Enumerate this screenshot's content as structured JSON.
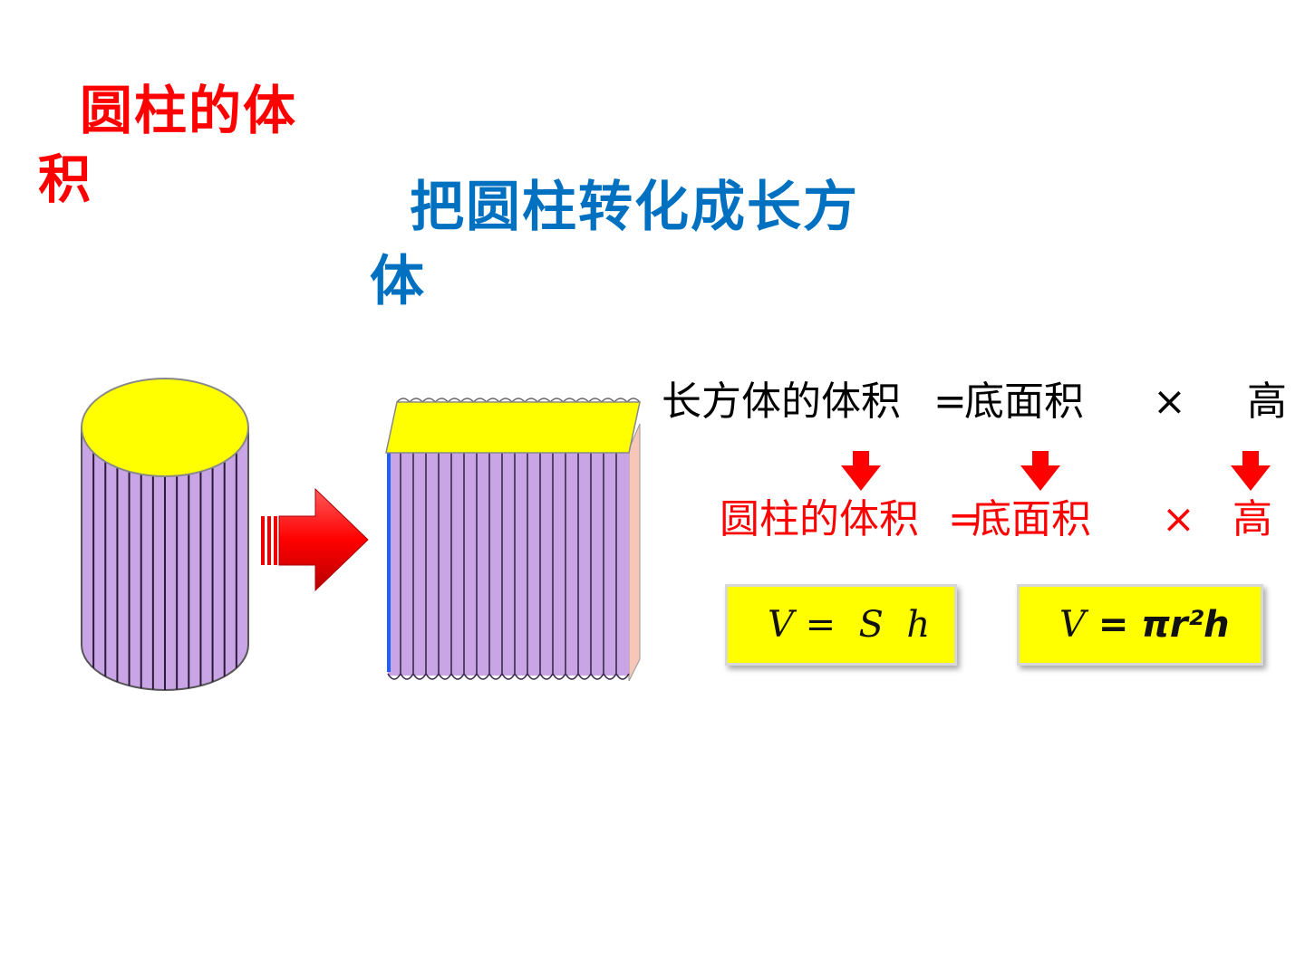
{
  "title": "圆柱的体积",
  "subtitle": "把圆柱转化成长方体",
  "equations": {
    "cuboid": {
      "lhs": "长方体的体积",
      "eq": "=",
      "base": "底面积",
      "times": "×",
      "height": "高"
    },
    "cylinder": {
      "lhs": "圆柱的体积",
      "eq": "=",
      "base": "底面积",
      "times": "×",
      "height": "高"
    }
  },
  "formulas": {
    "f1": "V =  S  h",
    "f2_v": "V",
    "f2_rest": " = πr²h"
  },
  "colors": {
    "cylinder_body": "#c9a5e6",
    "cylinder_top": "#ffff00",
    "arrow": "#ff0000",
    "cuboid_side": "#f6c7b8",
    "cuboid_edge": "#1f5fff"
  },
  "icons": [
    "right-arrow-icon",
    "down-arrow-icon"
  ]
}
